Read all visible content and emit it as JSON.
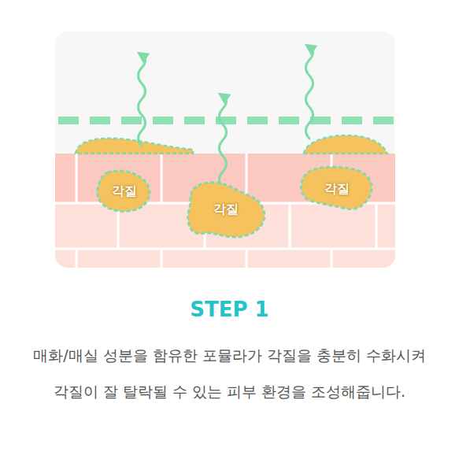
{
  "diagram": {
    "title": "STEP 1",
    "caption": "매화/매실 성분을 함유한 포뮬라가 각질을 충분히 수화시켜 각질이 잘 탈락될 수 있는 피부 환경을 조성해줍니다.",
    "nodes": [
      {
        "text": [
          "각질"
        ]
      },
      {
        "text": [
          "각질"
        ]
      },
      {
        "text": [
          "각질"
        ]
      }
    ]
  }
}
